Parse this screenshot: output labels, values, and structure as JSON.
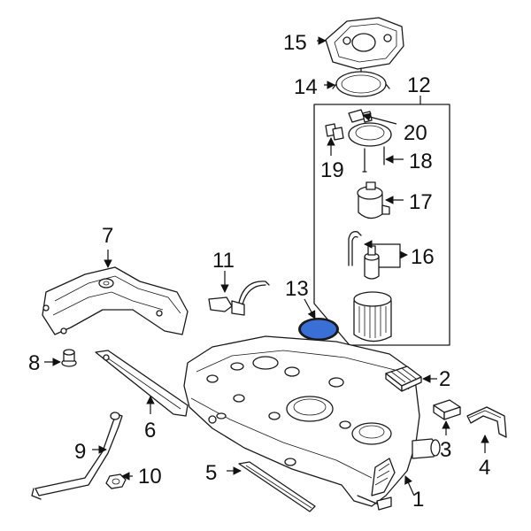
{
  "callouts": {
    "c1": "1",
    "c2": "2",
    "c3": "3",
    "c4": "4",
    "c5": "5",
    "c6": "6",
    "c7": "7",
    "c8": "8",
    "c9": "9",
    "c10": "10",
    "c11": "11",
    "c12": "12",
    "c13": "13",
    "c14": "14",
    "c15": "15",
    "c16": "16",
    "c17": "17",
    "c18": "18",
    "c19": "19",
    "c20": "20"
  },
  "colors": {
    "highlight_fill": "#3a6fd6",
    "line": "#1a1a1a",
    "background": "#ffffff"
  },
  "highlighted_part": "13"
}
